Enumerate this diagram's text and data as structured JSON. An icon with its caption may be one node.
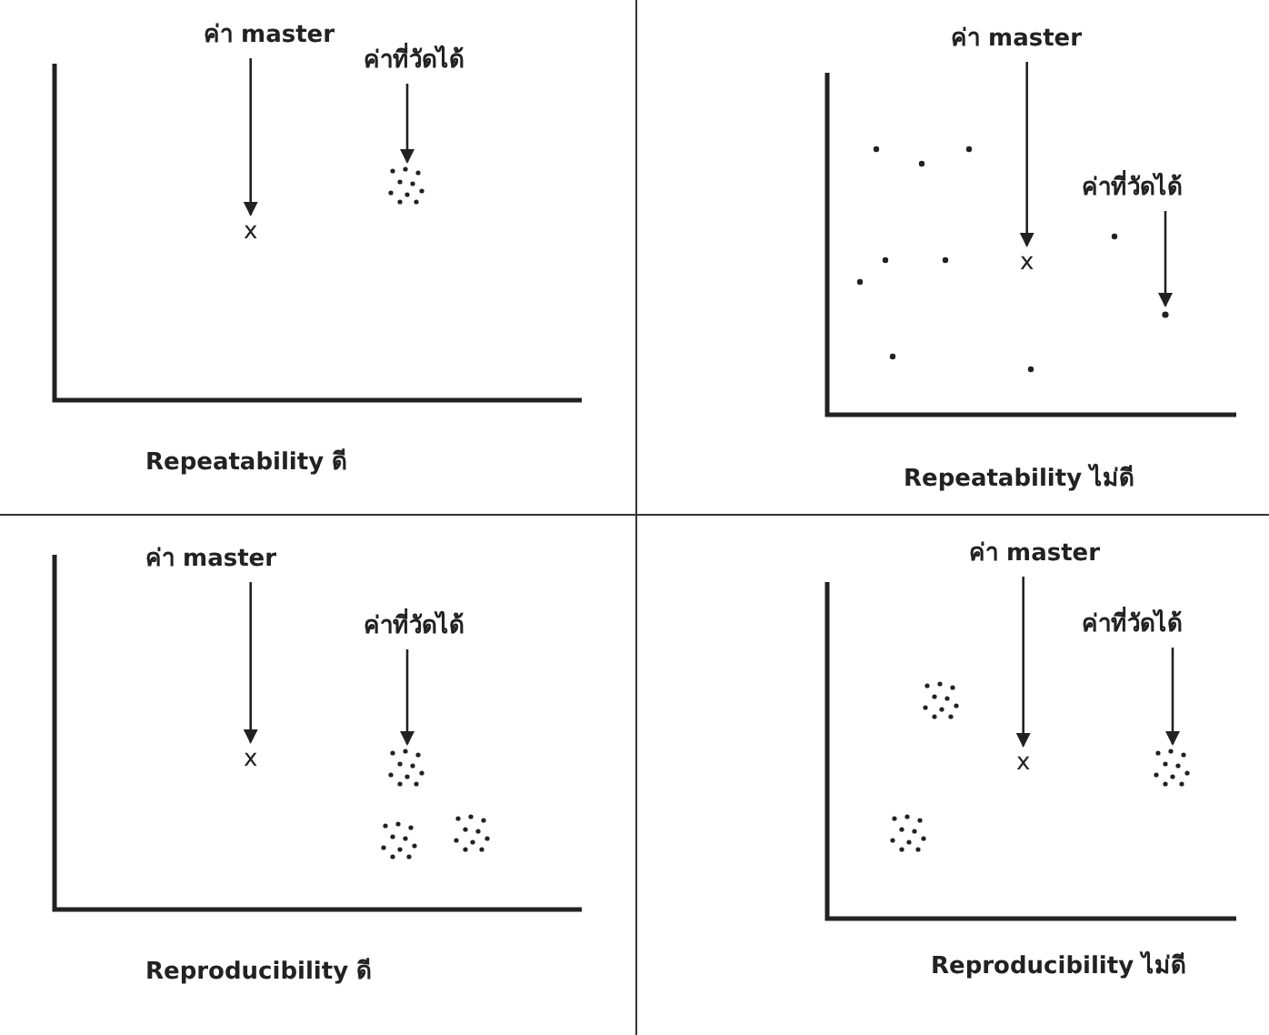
{
  "diagram": {
    "nodes": [
      {
        "text": [
          "ค่า master"
        ]
      },
      {
        "text": [
          "x"
        ]
      },
      {
        "text": [
          "ค่าที่วัดได้"
        ]
      },
      {
        "text": [],
        "shape": "dots"
      },
      {
        "text": [
          "ค่า master"
        ]
      },
      {
        "text": [
          "x"
        ]
      },
      {
        "text": [
          "ค่าที่วัดได้"
        ]
      },
      {
        "text": [],
        "shape": "dot"
      },
      {
        "text": [
          "ค่า master"
        ]
      },
      {
        "text": [
          "x"
        ]
      },
      {
        "text": [
          "ค่าที่วัดได้"
        ]
      },
      {
        "text": [],
        "shape": "dots"
      },
      {
        "text": [
          "ค่า master"
        ]
      },
      {
        "text": [
          "x"
        ]
      },
      {
        "text": [
          "ค่าที่วัดได้"
        ]
      },
      {
        "text": [],
        "shape": "dots"
      }
    ],
    "edges": [
      {
        "from": 0,
        "to": 1,
        "arrow": "to"
      },
      {
        "from": 2,
        "to": 3,
        "arrow": "to"
      },
      {
        "from": 4,
        "to": 5,
        "arrow": "to"
      },
      {
        "from": 6,
        "to": 7,
        "arrow": "to"
      },
      {
        "from": 8,
        "to": 9,
        "arrow": "to"
      },
      {
        "from": 10,
        "to": 11,
        "arrow": "to"
      },
      {
        "from": 12,
        "to": 13,
        "arrow": "to"
      },
      {
        "from": 14,
        "to": 15,
        "arrow": "to"
      }
    ],
    "labels": [
      "Repeatability ดี",
      "Repeatability ไม่ดี",
      "Reproducibility ดี",
      "Reproducibility ไม่ดี"
    ]
  }
}
